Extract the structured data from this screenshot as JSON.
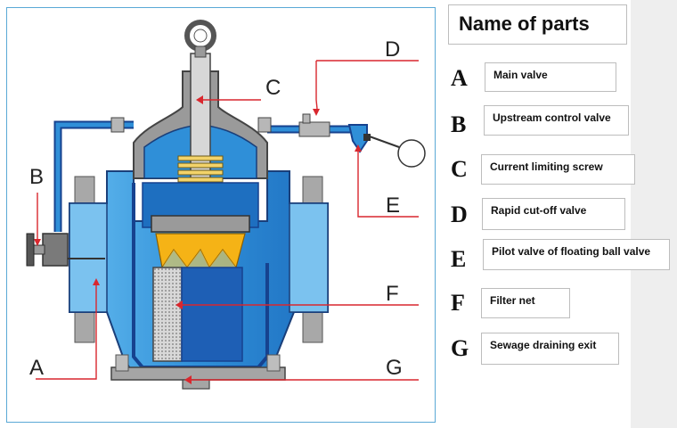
{
  "diagram_callouts": [
    "A",
    "B",
    "C",
    "D",
    "E",
    "F",
    "G"
  ],
  "legend": {
    "title": "Name of parts",
    "parts": [
      {
        "letter": "A",
        "name": "Main valve"
      },
      {
        "letter": "B",
        "name": "Upstream control valve"
      },
      {
        "letter": "C",
        "name": "Current limiting screw"
      },
      {
        "letter": "D",
        "name": "Rapid cut-off valve"
      },
      {
        "letter": "E",
        "name": "Pilot valve of floating ball valve"
      },
      {
        "letter": "F",
        "name": "Filter net"
      },
      {
        "letter": "G",
        "name": "Sewage draining exit"
      }
    ]
  },
  "colors": {
    "body_blue": "#2f8fd8",
    "body_light_blue": "#5fb8ee",
    "dark_blue": "#16428f",
    "grey_metal": "#9a9a9a",
    "leader_red": "#d9272e",
    "cone_yellow": "#f5b316"
  }
}
